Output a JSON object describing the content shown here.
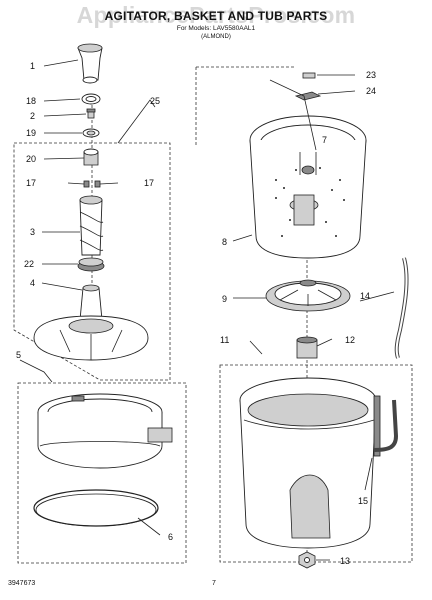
{
  "header": {
    "title": "AGITATOR, BASKET AND TUB PARTS",
    "model": "For Models: LAV5580AAL1",
    "variant": "(ALMOND)"
  },
  "watermark": "AppliancePartsPros.com",
  "callouts": {
    "c1": "1",
    "c2": "2",
    "c3": "3",
    "c4": "4",
    "c5": "5",
    "c6": "6",
    "c7": "7",
    "c8": "8",
    "c9": "9",
    "c11": "11",
    "c12": "12",
    "c13": "13",
    "c14": "14",
    "c15": "15",
    "c17a": "17",
    "c17b": "17",
    "c18": "18",
    "c19": "19",
    "c20": "20",
    "c22": "22",
    "c23": "23",
    "c24": "24",
    "c25": "25"
  },
  "footer": {
    "code": "3947673",
    "page": "7"
  }
}
